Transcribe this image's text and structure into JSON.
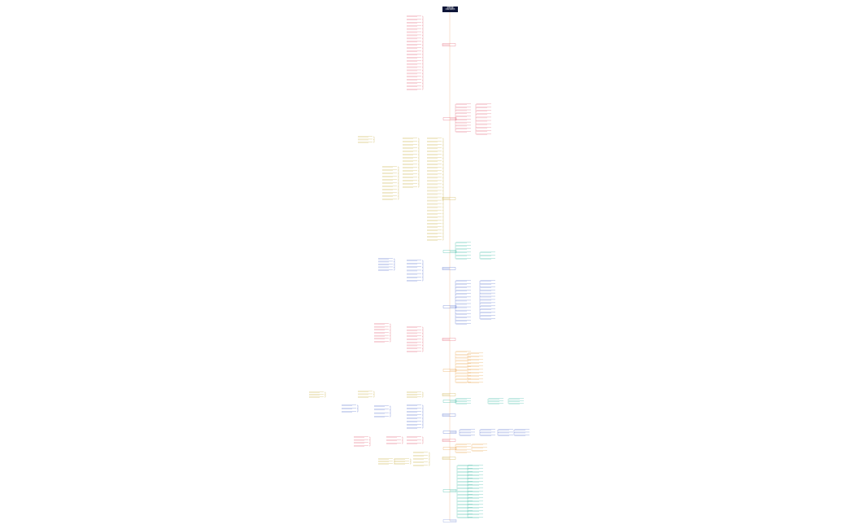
{
  "root": {
    "line1": "思维导图",
    "line2": "主题内容概览"
  },
  "branches": [
    {
      "id": "b1",
      "color": "#e0556a"
    },
    {
      "id": "b2",
      "color": "#e0556a"
    },
    {
      "id": "b3",
      "color": "#c7a93a"
    },
    {
      "id": "b4",
      "color": "#2bb39b"
    },
    {
      "id": "b5",
      "color": "#4a67c9"
    },
    {
      "id": "b6",
      "color": "#4a67c9"
    },
    {
      "id": "b7",
      "color": "#e0556a"
    },
    {
      "id": "b8",
      "color": "#e89a3c"
    },
    {
      "id": "b9",
      "color": "#c7a93a"
    },
    {
      "id": "b10",
      "color": "#2bb39b"
    },
    {
      "id": "b11",
      "color": "#4a67c9"
    },
    {
      "id": "b12",
      "color": "#4a67c9"
    },
    {
      "id": "b13",
      "color": "#e0556a"
    },
    {
      "id": "b14",
      "color": "#e89a3c"
    },
    {
      "id": "b15",
      "color": "#c7a93a"
    },
    {
      "id": "b16",
      "color": "#2bb39b"
    },
    {
      "id": "b17",
      "color": "#7b8fd6"
    }
  ]
}
